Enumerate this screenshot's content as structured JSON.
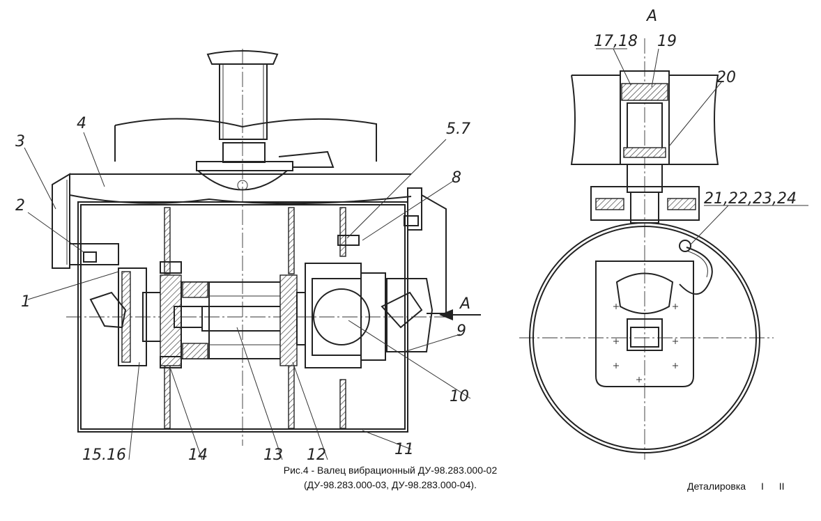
{
  "figure": {
    "caption_line1": "Рис.4 - Валец вибрационный ДУ-98.283.000-02",
    "caption_line2": "(ДУ-98.283.000-03, ДУ-98.283.000-04).",
    "view_label": "A",
    "arrow_label": "A"
  },
  "callouts": {
    "c1": "1",
    "c2": "2",
    "c3": "3",
    "c4": "4",
    "c57": "5.7",
    "c8": "8",
    "c9": "9",
    "c10": "10",
    "c11": "11",
    "c12": "12",
    "c13": "13",
    "c14": "14",
    "c1516": "15.16",
    "c1718": "17,18",
    "c19": "19",
    "c20": "20",
    "c21_24": "21,22,23,24"
  },
  "footer": {
    "section": "Деталировка",
    "tab1": "I",
    "tab2": "II"
  }
}
